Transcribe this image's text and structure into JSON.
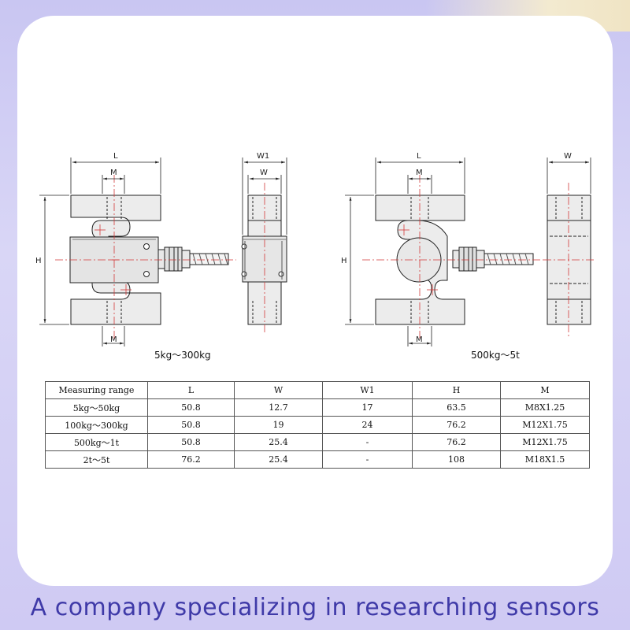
{
  "drawings": {
    "small": {
      "caption": "5kg～300kg",
      "dims": {
        "L": "L",
        "M_top": "M",
        "M_bottom": "M",
        "H": "H",
        "W1": "W1",
        "W": "W"
      }
    },
    "large": {
      "caption": "500kg～5t",
      "dims": {
        "L": "L",
        "M_top": "M",
        "M_bottom": "M",
        "H": "H",
        "W": "W"
      }
    }
  },
  "table": {
    "headers": [
      "Measuring range",
      "L",
      "W",
      "W1",
      "H",
      "M"
    ],
    "rows": [
      [
        "5kg～50kg",
        "50.8",
        "12.7",
        "17",
        "63.5",
        "M8X1.25"
      ],
      [
        "100kg～300kg",
        "50.8",
        "19",
        "24",
        "76.2",
        "M12X1.75"
      ],
      [
        "500kg～1t",
        "50.8",
        "25.4",
        "-",
        "76.2",
        "M12X1.75"
      ],
      [
        "2t～5t",
        "76.2",
        "25.4",
        "-",
        "108",
        "M18X1.5"
      ]
    ]
  },
  "footer": "A company specializing in researching sensors",
  "colors": {
    "accent": "#3f3aa8",
    "centerline": "#d23a3a",
    "background": "#cfcaf3"
  }
}
